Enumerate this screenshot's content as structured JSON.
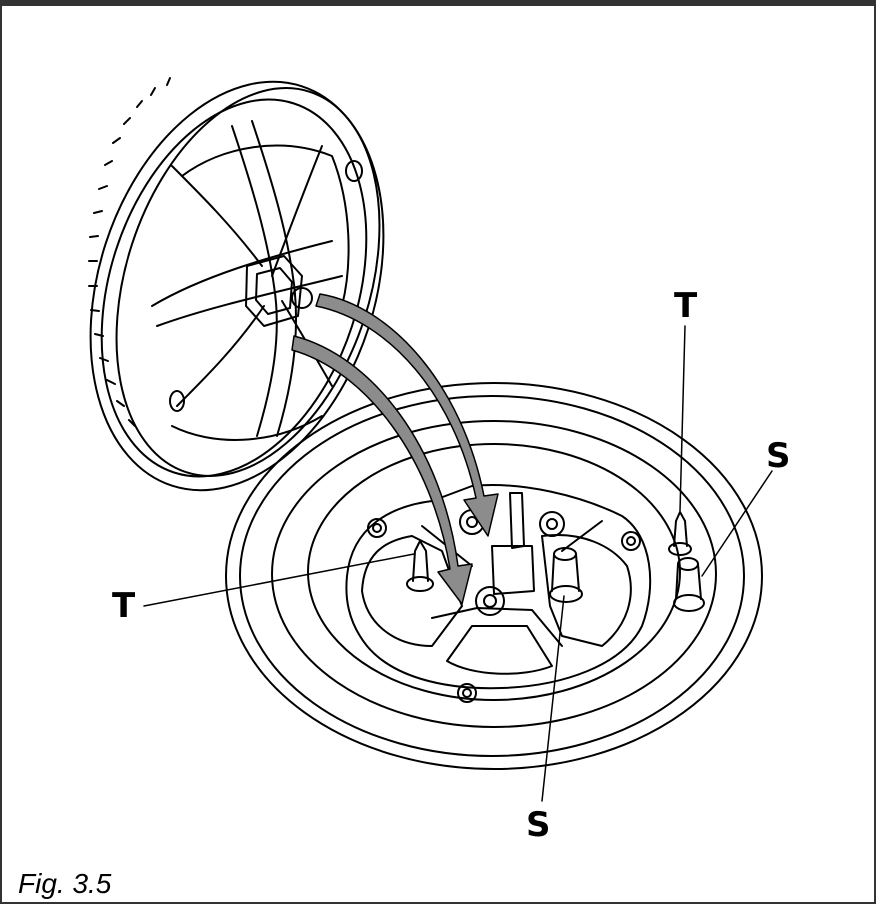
{
  "figure": {
    "caption": "Fig. 3.5",
    "callouts": {
      "t_right": "T",
      "s_right": "S",
      "t_left": "T",
      "s_bottom": "S"
    }
  },
  "colors": {
    "line": "#000000",
    "arrow_fill": "#8c8c8c",
    "background": "#ffffff",
    "frame": "#333333"
  },
  "icons": [
    "fan-wheel-icon",
    "motor-base-icon",
    "insertion-arrow-icon",
    "guide-pin-icon",
    "support-post-icon"
  ]
}
